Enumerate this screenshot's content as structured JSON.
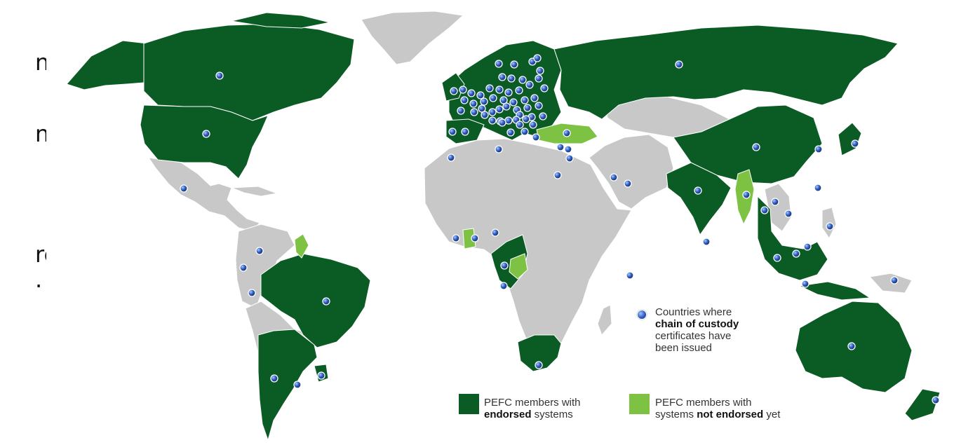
{
  "side_text": [
    "ne",
    "ne",
    "re",
    "."
  ],
  "legend": {
    "chain_of_custody": {
      "line1": "Countries where",
      "line2": "chain of custody",
      "line3": "certificates have",
      "line4": "been issued"
    },
    "endorsed": {
      "line1": "PEFC members with",
      "bold": "endorsed",
      "rest": " systems",
      "color": "#0b5c24"
    },
    "not_endorsed": {
      "line1": "PEFC members with",
      "pre": "systems ",
      "bold": "not endorsed",
      "post": " yet",
      "color": "#7dc242"
    }
  },
  "colors": {
    "land_non_member": "#c8c8c8",
    "member_endorsed": "#0b5c24",
    "member_not_endorsed": "#7dc242",
    "coc_marker": "#2e5bbf"
  },
  "chain_of_custody_points": [
    [
      313,
      108
    ],
    [
      294,
      191
    ],
    [
      262,
      269
    ],
    [
      370,
      358
    ],
    [
      347,
      382
    ],
    [
      359,
      418
    ],
    [
      465,
      430
    ],
    [
      391,
      540
    ],
    [
      424,
      549
    ],
    [
      458,
      536
    ],
    [
      647,
      130
    ],
    [
      660,
      128
    ],
    [
      672,
      133
    ],
    [
      685,
      136
    ],
    [
      698,
      126
    ],
    [
      712,
      128
    ],
    [
      725,
      132
    ],
    [
      740,
      129
    ],
    [
      755,
      121
    ],
    [
      768,
      112
    ],
    [
      770,
      101
    ],
    [
      759,
      88
    ],
    [
      733,
      92
    ],
    [
      711,
      91
    ],
    [
      766,
      83
    ],
    [
      662,
      143
    ],
    [
      675,
      148
    ],
    [
      690,
      145
    ],
    [
      703,
      140
    ],
    [
      718,
      143
    ],
    [
      732,
      146
    ],
    [
      748,
      143
    ],
    [
      762,
      140
    ],
    [
      776,
      126
    ],
    [
      716,
      110
    ],
    [
      745,
      114
    ],
    [
      729,
      112
    ],
    [
      702,
      160
    ],
    [
      712,
      156
    ],
    [
      722,
      152
    ],
    [
      737,
      157
    ],
    [
      752,
      154
    ],
    [
      768,
      151
    ],
    [
      774,
      166
    ],
    [
      758,
      167
    ],
    [
      741,
      164
    ],
    [
      725,
      172
    ],
    [
      713,
      173
    ],
    [
      687,
      155
    ],
    [
      702,
      172
    ],
    [
      736,
      171
    ],
    [
      750,
      170
    ],
    [
      741,
      178
    ],
    [
      760,
      178
    ],
    [
      748,
      188
    ],
    [
      728,
      189
    ],
    [
      716,
      175
    ],
    [
      657,
      158
    ],
    [
      676,
      160
    ],
    [
      691,
      164
    ],
    [
      645,
      188
    ],
    [
      663,
      188
    ],
    [
      764,
      196
    ],
    [
      799,
      210
    ],
    [
      810,
      213
    ],
    [
      812,
      226
    ],
    [
      643,
      225
    ],
    [
      711,
      213
    ],
    [
      795,
      250
    ],
    [
      875,
      253
    ],
    [
      895,
      262
    ],
    [
      650,
      340
    ],
    [
      677,
      340
    ],
    [
      706,
      332
    ],
    [
      719,
      379
    ],
    [
      718,
      408
    ],
    [
      898,
      393
    ],
    [
      768,
      521
    ],
    [
      968,
      92
    ],
    [
      808,
      190
    ],
    [
      1078,
      210
    ],
    [
      995,
      272
    ],
    [
      1064,
      278
    ],
    [
      1090,
      300
    ],
    [
      1105,
      288
    ],
    [
      1124,
      305
    ],
    [
      1167,
      213
    ],
    [
      1219,
      205
    ],
    [
      1166,
      268
    ],
    [
      1183,
      323
    ],
    [
      1108,
      368
    ],
    [
      1135,
      362
    ],
    [
      1151,
      352
    ],
    [
      1148,
      405
    ],
    [
      1007,
      345
    ],
    [
      1275,
      400
    ],
    [
      1214,
      494
    ],
    [
      1334,
      571
    ]
  ]
}
